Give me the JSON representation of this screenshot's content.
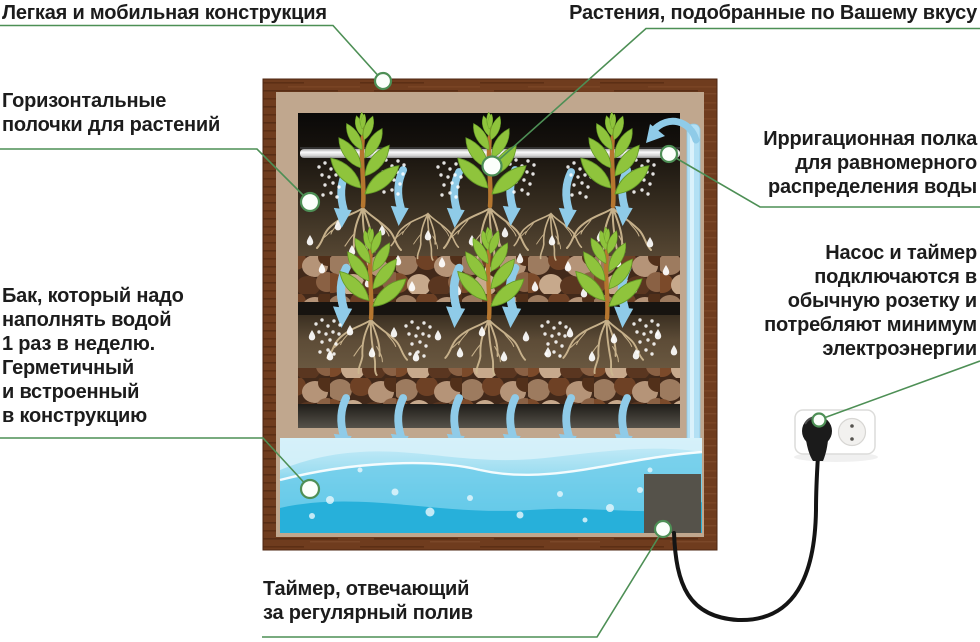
{
  "labels": {
    "light_construction": "Легкая и мобильная конструкция",
    "plants_choice": "Растения, подобранные по Вашему вкусу",
    "shelves": "Горизонтальные\nполочки для растений",
    "irrigation_shelf": "Ирригационная полка\nдля равномерного\nраспределения воды",
    "pump_socket": "Насос и таймер\nподключаются в\nобычную розетку и\nпотребляют минимум\nэлектроэнергии",
    "water_tank": "Бак, который надо\nнаполнять водой\n1 раз в неделю.\nГерметичный\nи встроенный\nв конструкцию",
    "timer": "Таймер, отвечающий\nза регулярный полив"
  },
  "illustration": {
    "components": [
      "wooden-frame",
      "growing-shelves",
      "irrigation-pipe",
      "riser-pipe",
      "plants",
      "roots",
      "pebble-substrate",
      "water-droplets",
      "flow-arrows",
      "water-tank",
      "timer-box",
      "power-cord",
      "power-socket",
      "power-plug",
      "callout-markers"
    ]
  },
  "colors": {
    "accent_green": "#4d8f55",
    "text_dark": "#1c1c1c",
    "wood_brown": "#6f3c1e",
    "mat_tan": "#c0a78e",
    "leaf_green": "#8fc43c",
    "stem_brown": "#b5762f",
    "root_tan": "#cdb790",
    "arrow_blue": "#8fcbe8",
    "water_blue": "#2bb3dd",
    "water_light": "#c9ecf8",
    "timer_gray": "#55524a",
    "plug_black": "#1b1b1b"
  }
}
